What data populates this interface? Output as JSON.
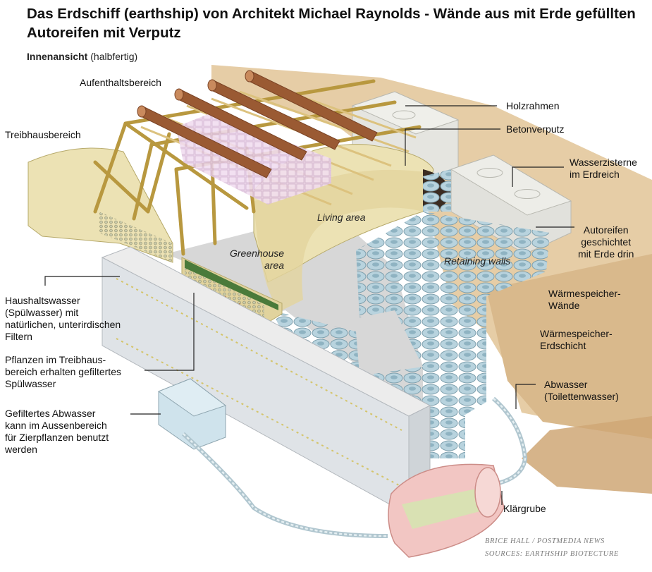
{
  "title": "Das Erdschiff (earthship) von Architekt Michael Raynolds - Wände aus mit Erde gefüllten Autoreifen mit Verputz",
  "subtitle": {
    "bold": "Innenansicht",
    "normal": "(halbfertig)"
  },
  "labels": {
    "aufenthalt": "Aufenthaltsbereich",
    "treibhaus": "Treibhausbereich",
    "holzrahmen": "Holzrahmen",
    "betonverputz": "Betonverputz",
    "zisterne_1": "Wasserzisterne",
    "zisterne_2": "im Erdreich",
    "reifen_1": "Autoreifen",
    "reifen_2": "geschichtet",
    "reifen_3": "mit Erde drin",
    "waerme_waende_1": "Wärmespeicher-",
    "waerme_waende_2": "Wände",
    "waerme_erd_1": "Wärmespeicher-",
    "waerme_erd_2": "Erdschicht",
    "abwasser_1": "Abwasser",
    "abwasser_2": "(Toilettenwasser)",
    "klaergrube": "Klärgrube",
    "haushalt_1": "Haushaltswasser",
    "haushalt_2": "(Spülwasser) mit",
    "haushalt_3": "natürlichen, unterirdischen",
    "haushalt_4": "Filtern",
    "pflanzen_1": "Pflanzen im Treibhaus-",
    "pflanzen_2": "bereich erhalten gefiltertes",
    "pflanzen_3": "Spülwasser",
    "gefiltert_1": "Gefiltertes Abwasser",
    "gefiltert_2": "kann im Aussenbereich",
    "gefiltert_3": "für Zierpflanzen benutzt",
    "gefiltert_4": "werden"
  },
  "areas": {
    "living": "Living area",
    "greenhouse_1": "Greenhouse",
    "greenhouse_2": "area",
    "retaining": "Retaining walls"
  },
  "credits": {
    "line1": "BRICE HALL / POSTMEDIA NEWS",
    "line2": "SOURCES: EARTHSHIP BIOTECTURE"
  },
  "colors": {
    "earth": "#e6cda6",
    "earth_dark": "#c9a574",
    "plaster": "#ece2b4",
    "floor": "#d7d7d7",
    "tire": "#b8d3de",
    "wood": "#dcc27e",
    "beam": "#9a5a33",
    "cistern": "#e5e5e0",
    "septic": "#f2c6c3"
  }
}
